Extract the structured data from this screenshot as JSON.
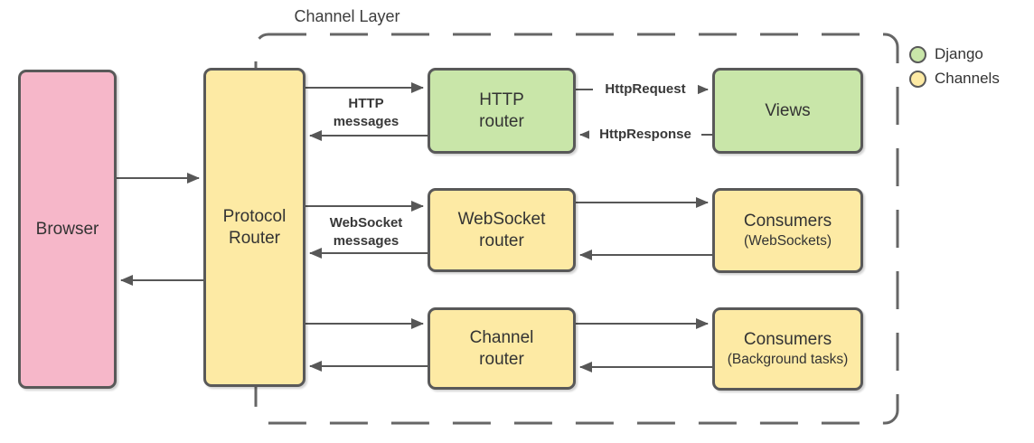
{
  "title": "Channel Layer",
  "nodes": {
    "browser": {
      "label": "Browser"
    },
    "protocol_router": {
      "label": "Protocol\nRouter"
    },
    "http_router": {
      "label": "HTTP\nrouter"
    },
    "views": {
      "label": "Views"
    },
    "websocket_router": {
      "label": "WebSocket\nrouter"
    },
    "consumers_ws": {
      "title": "Consumers",
      "subtitle": "(WebSockets)"
    },
    "channel_router": {
      "label": "Channel\nrouter"
    },
    "consumers_bg": {
      "title": "Consumers",
      "subtitle": "(Background tasks)"
    }
  },
  "edge_labels": {
    "http_messages": "HTTP\nmessages",
    "websocket_messages": "WebSocket\nmessages",
    "http_request": "HttpRequest",
    "http_response": "HttpResponse"
  },
  "legend": {
    "items": [
      {
        "label": "Django",
        "color": "#c9e6a9"
      },
      {
        "label": "Channels",
        "color": "#fdeaa4"
      }
    ]
  },
  "colors": {
    "django_green": "#c9e6a9",
    "channels_yellow": "#fdeaa4",
    "browser_pink": "#f6b7c9",
    "stroke_gray": "#595959",
    "arrow_gray": "#575757",
    "boundary_dash_gray": "#666666",
    "text": "#333333"
  }
}
